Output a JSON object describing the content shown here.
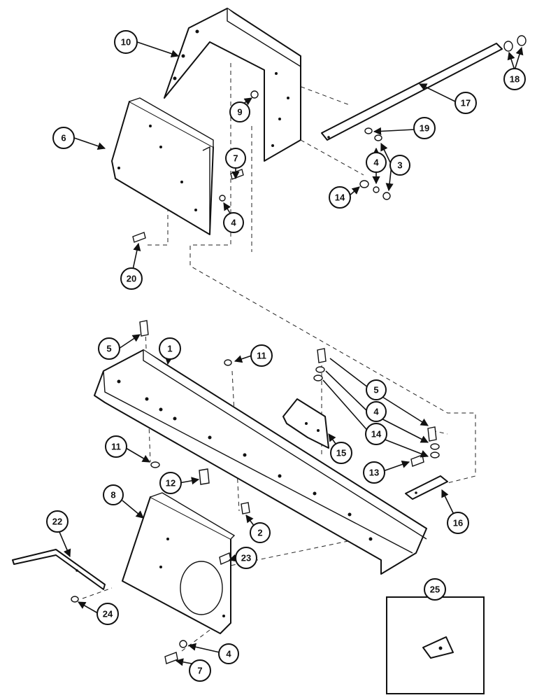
{
  "callouts": {
    "c1": "1",
    "c2": "2",
    "c3": "3",
    "c4a": "4",
    "c4b": "4",
    "c4c": "4",
    "c4d": "4",
    "c5a": "5",
    "c5b": "5",
    "c6": "6",
    "c7a": "7",
    "c7b": "7",
    "c8": "8",
    "c9": "9",
    "c10": "10",
    "c11a": "11",
    "c11b": "11",
    "c12": "12",
    "c13": "13",
    "c14a": "14",
    "c14b": "14",
    "c15": "15",
    "c16": "16",
    "c17": "17",
    "c18": "18",
    "c19": "19",
    "c20": "20",
    "c22": "22",
    "c23": "23",
    "c24": "24",
    "c25": "25"
  }
}
